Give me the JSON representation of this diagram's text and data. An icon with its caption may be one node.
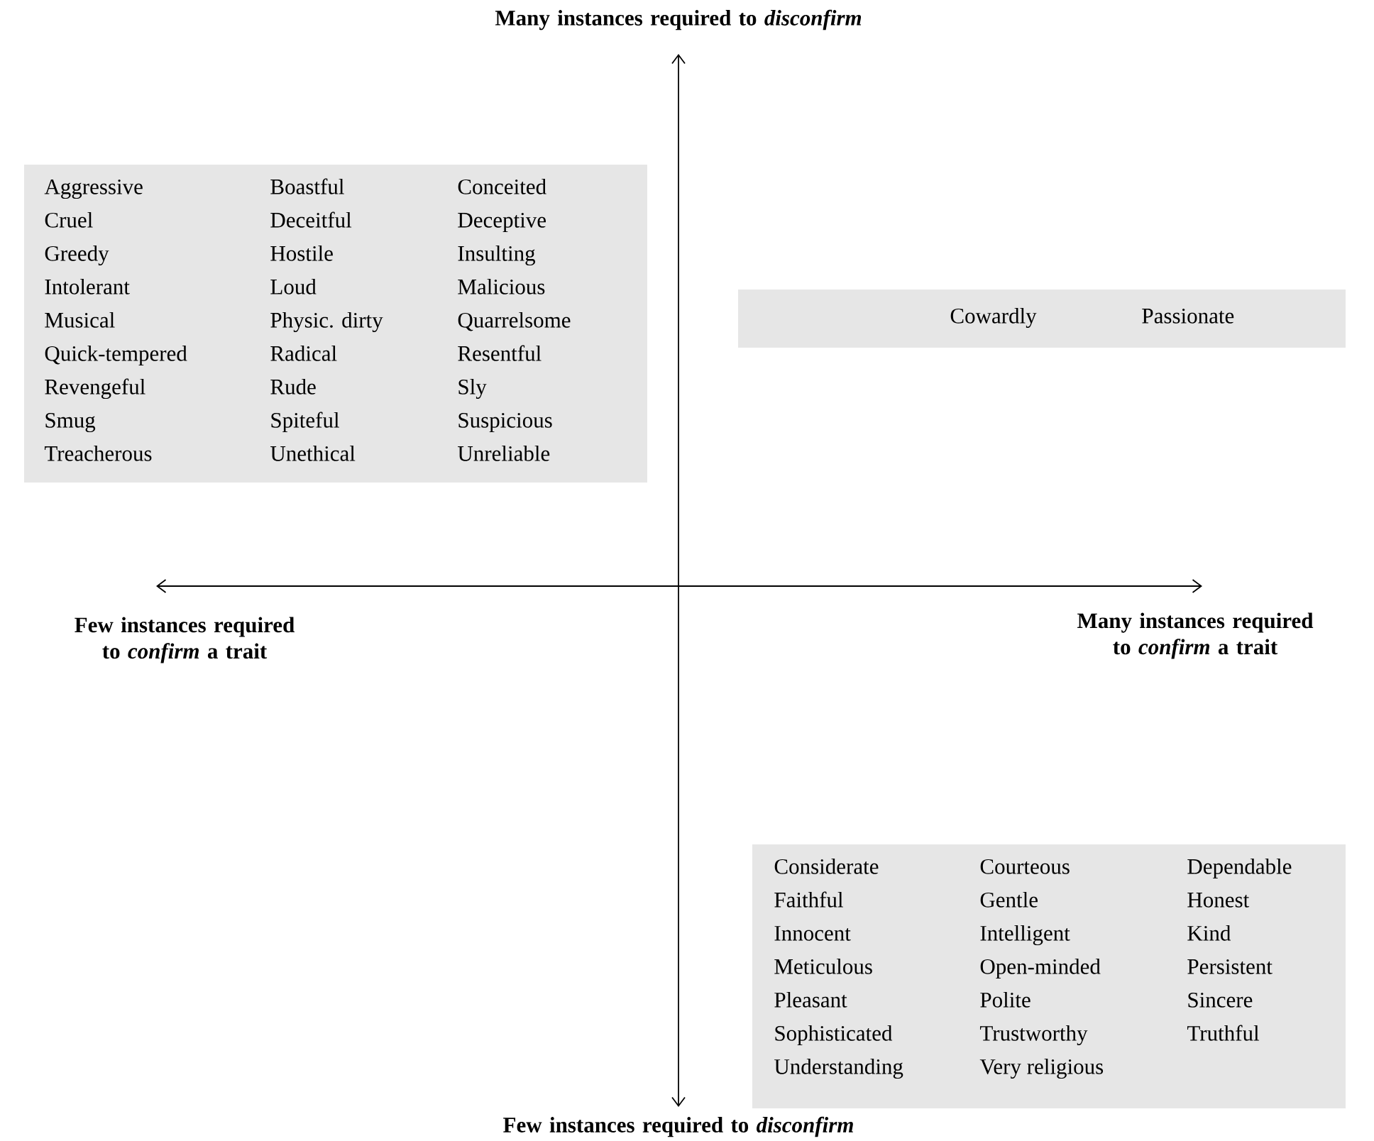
{
  "diagram": {
    "nodes": [
      {
        "text": [
          "Aggressive",
          "Boastful",
          "Conceited",
          "Cruel",
          "Deceitful",
          "Deceptive",
          "Greedy",
          "Hostile",
          "Insulting",
          "Intolerant",
          "Loud",
          "Malicious",
          "Musical",
          "Physic. dirty",
          "Quarrelsome",
          "Quick-tempered",
          "Radical",
          "Resentful",
          "Revengeful",
          "Rude",
          "Sly",
          "Smug",
          "Spiteful",
          "Suspicious",
          "Treacherous",
          "Unethical",
          "Unreliable"
        ]
      },
      {
        "text": [
          "Cowardly",
          "Passionate"
        ]
      },
      {
        "text": [
          "Considerate",
          "Courteous",
          "Dependable",
          "Faithful",
          "Gentle",
          "Honest",
          "Innocent",
          "Intelligent",
          "Kind",
          "Meticulous",
          "Open-minded",
          "Persistent",
          "Pleasant",
          "Polite",
          "Sincere",
          "Sophisticated",
          "Trustworthy",
          "Truthful",
          "Understanding",
          "Very religious"
        ]
      }
    ],
    "labels": [
      "Many instances required to *disconfirm*",
      "Few instances required to *confirm* a trait",
      "Many instances required to *confirm* a trait",
      "Few instances required to *disconfirm*"
    ]
  }
}
